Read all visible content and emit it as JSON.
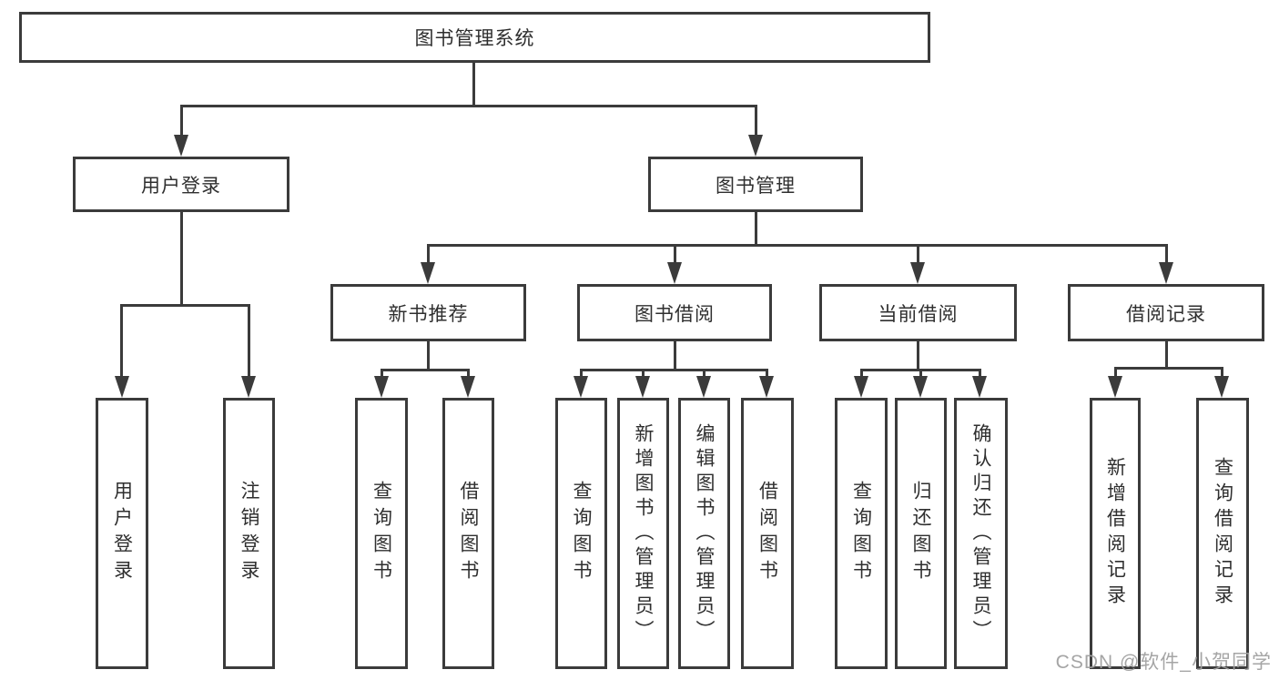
{
  "diagram": {
    "root": {
      "label": "图书管理系统"
    },
    "level2": [
      {
        "label": "用户登录"
      },
      {
        "label": "图书管理"
      }
    ],
    "level3": [
      {
        "label": "新书推荐"
      },
      {
        "label": "图书借阅"
      },
      {
        "label": "当前借阅"
      },
      {
        "label": "借阅记录"
      }
    ],
    "leaves": {
      "user_login": [
        "用户登录",
        "注销登录"
      ],
      "new_book_rec": [
        "查询图书",
        "借阅图书"
      ],
      "book_borrow": [
        "查询图书",
        "新增图书（管理员）",
        "编辑图书（管理员）",
        "借阅图书"
      ],
      "current_borrow": [
        "查询图书",
        "归还图书",
        "确认归还（管理员）"
      ],
      "borrow_records": [
        "新增借阅记录",
        "查询借阅记录"
      ]
    }
  },
  "watermark": {
    "text": "CSDN @软件_小贺同学"
  },
  "colors": {
    "line": "#3b3b3b",
    "text": "#2f2f2f",
    "box_background": "#ffffff",
    "watermark": "#a0a0a0",
    "background": "#ffffff"
  }
}
